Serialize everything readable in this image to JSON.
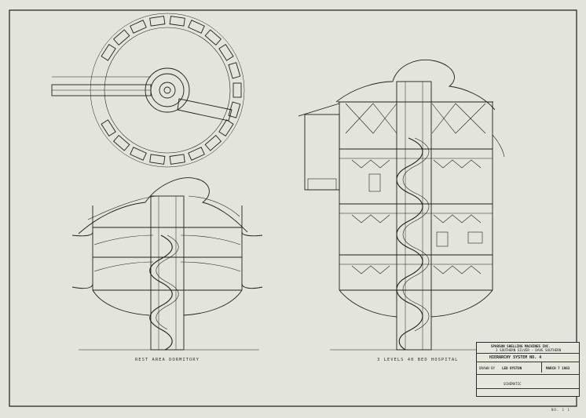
{
  "captions": {
    "left_elevation": "REST AREA DORMITORY",
    "right_elevation": "3 LEVELS 40 BED HOSPITAL"
  },
  "title_block": {
    "company": "SPARSON SHELLING MACHINES INC.",
    "company_sub": "3 SOUTHERN SILVER - DAVE SOUTHERN",
    "project": "HIERARCHY SYSTEM NO. 4",
    "drawn_label": "DRAWN BY",
    "drawn_by": "LEO RYSTON",
    "date": "MARCH 7 1963",
    "notes": "SCHEMATIC"
  },
  "sheet_number": "NO. 1 1",
  "colors": {
    "paper": "#e3e5dc",
    "ink": "#1e1e1e",
    "frame": "#2a2a2a"
  }
}
